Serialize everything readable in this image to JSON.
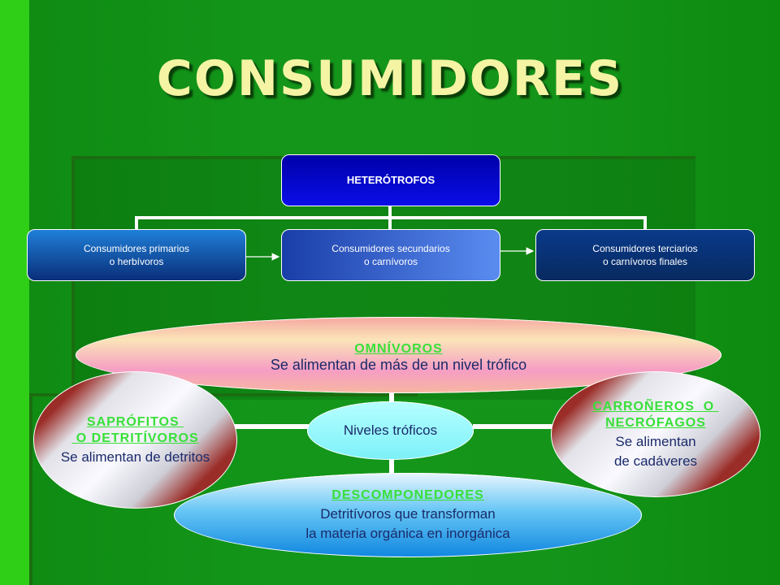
{
  "title": "CONSUMIDORES",
  "org_chart": {
    "root": "HETERÓTROFOS",
    "children": [
      {
        "line1": "Consumidores primarios",
        "line2": "o herbívoros"
      },
      {
        "line1": "Consumidores secundarios",
        "line2": "o carnívoros"
      },
      {
        "line1": "Consumidores terciarios",
        "line2": "o carnívoros finales"
      }
    ]
  },
  "cycle": {
    "center": "Niveles tróficos",
    "omnivoros": {
      "heading": "OMNÍVOROS",
      "text": "Se alimentan de más de un nivel trófico"
    },
    "saprofitos": {
      "heading1": "SAPRÓFITOS ",
      "heading2": " O DETRITÍVOROS",
      "text": "Se alimentan de detritos"
    },
    "carroneros": {
      "heading1": "CARROÑEROS  O ",
      "heading2": "NECRÓFAGOS",
      "text1": "Se alimentan",
      "text2": "de cadáveres"
    },
    "descomponedores": {
      "heading": "DESCOMPONEDORES",
      "text1": "Detritívoros que transforman",
      "text2": "la materia orgánica en inorgánica"
    }
  },
  "colors": {
    "background": "#14951a",
    "title": "#f4f4a4",
    "link": "#38e038",
    "body_text": "#1b2a6a"
  }
}
